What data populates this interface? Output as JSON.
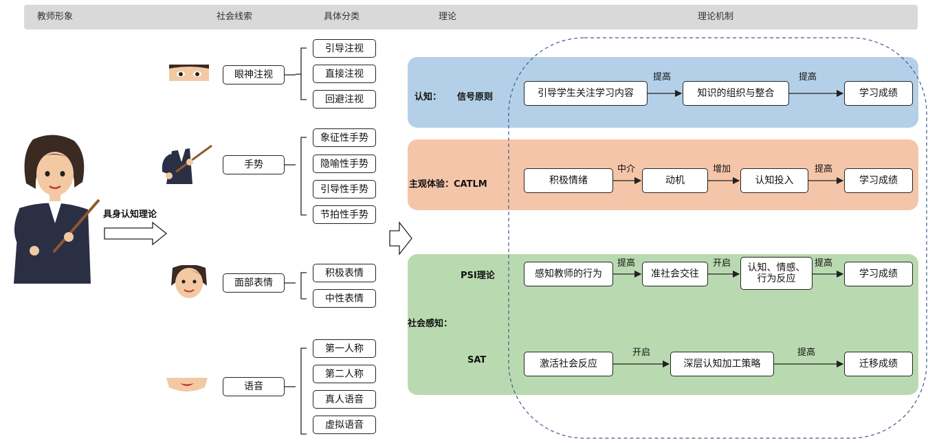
{
  "header": {
    "col1": "教师形象",
    "col2": "社会线索",
    "col3": "具体分类",
    "col4": "理论",
    "col5": "理论机制"
  },
  "embodied_label": "具身认知理论",
  "cues": [
    {
      "label": "眼神注视",
      "categories": [
        "引导注视",
        "直接注视",
        "回避注视"
      ]
    },
    {
      "label": "手势",
      "categories": [
        "象征性手势",
        "隐喻性手势",
        "引导性手势",
        "节拍性手势"
      ]
    },
    {
      "label": "面部表情",
      "categories": [
        "积极表情",
        "中性表情"
      ]
    },
    {
      "label": "语音",
      "categories": [
        "第一人称",
        "第二人称",
        "真人语音",
        "虚拟语音"
      ]
    }
  ],
  "theories": {
    "cognition": {
      "label": "认知：",
      "sub": "信号原则",
      "nodes": [
        "引导学生关注学习内容",
        "知识的组织与整合",
        "学习成绩"
      ],
      "edges": [
        "提高",
        "提高"
      ]
    },
    "subjective": {
      "label": "主观体验：CATLM",
      "nodes": [
        "积极情绪",
        "动机",
        "认知投入",
        "学习成绩"
      ],
      "edges": [
        "中介",
        "增加",
        "提高"
      ]
    },
    "social": {
      "label": "社会感知：",
      "psi": {
        "label": "PSI理论",
        "nodes": [
          "感知教师的行为",
          "准社会交往",
          "认知、情感、\n行为反应",
          "学习成绩"
        ],
        "edges": [
          "提高",
          "开启",
          "提高"
        ]
      },
      "sat": {
        "label": "SAT",
        "nodes": [
          "激活社会反应",
          "深层认知加工策略",
          "迁移成绩"
        ],
        "edges": [
          "开启",
          "提高"
        ]
      }
    }
  },
  "colors": {
    "cognition_panel": "#b4d0e8",
    "subjective_panel": "#f5c5aa",
    "social_panel": "#b9dab0",
    "header_bar": "#d9d9d9"
  }
}
